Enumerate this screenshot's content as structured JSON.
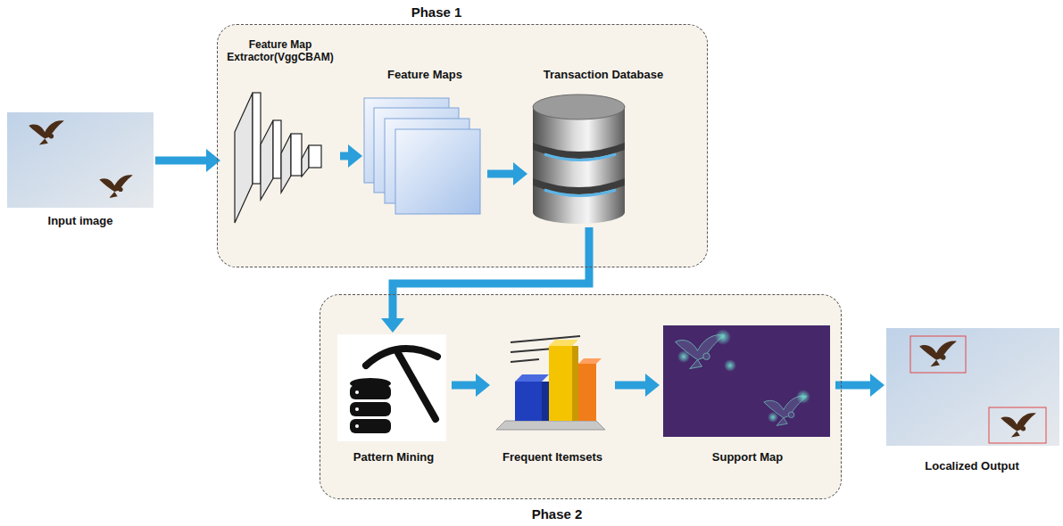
{
  "diagram": {
    "nodes": [
      {
        "text": [
          "Input image"
        ]
      },
      {
        "text": [
          "Phase 1"
        ]
      },
      {
        "text": [
          "Feature Map Extractor(VggCBAM)"
        ],
        "in": 1
      },
      {
        "text": [
          "Feature Maps"
        ],
        "in": 1
      },
      {
        "text": [
          "Transaction Database"
        ],
        "in": 1
      },
      {
        "text": [
          "Phase 2"
        ]
      },
      {
        "text": [
          "Pattern Mining"
        ],
        "in": 5
      },
      {
        "text": [
          "Frequent Itemsets"
        ],
        "in": 5
      },
      {
        "text": [
          "Support Map"
        ],
        "in": 5
      },
      {
        "text": [
          "Localized Output"
        ]
      }
    ],
    "edges": [
      {
        "from": 0,
        "to": 2,
        "arrow": "to"
      },
      {
        "from": 2,
        "to": 3,
        "arrow": "to"
      },
      {
        "from": 3,
        "to": 4,
        "arrow": "to"
      },
      {
        "from": 4,
        "to": 6,
        "arrow": "to"
      },
      {
        "from": 6,
        "to": 7,
        "arrow": "to"
      },
      {
        "from": 7,
        "to": 8,
        "arrow": "to"
      },
      {
        "from": 8,
        "to": 9,
        "arrow": "to"
      }
    ]
  }
}
